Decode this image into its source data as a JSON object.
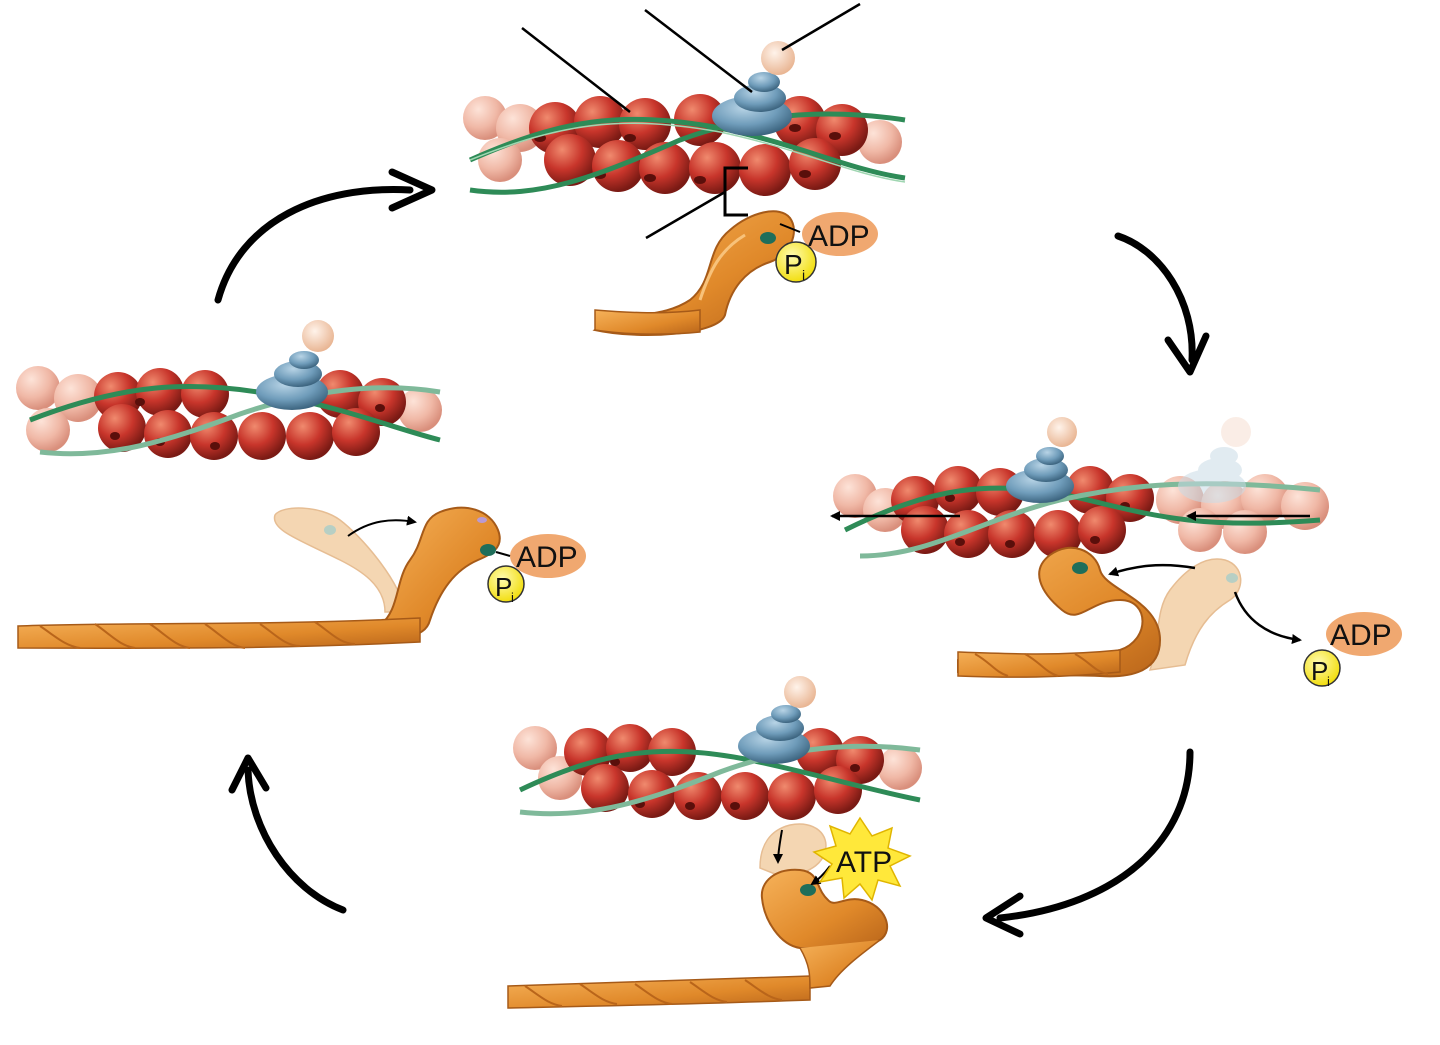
{
  "labels": {
    "adp": "ADP",
    "pi": "P",
    "pi_sub": "i",
    "atp": "ATP"
  },
  "colors": {
    "actin_bead": "#c8352b",
    "actin_bead_faded": "#f0b8a6",
    "tropomyosin": "#2e8b57",
    "troponin": "#6f9cba",
    "troponin_cap": "#f3cdb3",
    "myosin": "#e0892a",
    "myosin_faded": "#f4d6b2",
    "myosin_site": "#1f6e5a",
    "adp_bubble": "#f0a870",
    "phosphate": "#f5e71c",
    "atp_burst": "#ffe83a",
    "arrow": "#000000"
  },
  "icons": {
    "cycle_arrow": "curved-arrow-icon",
    "phosphate": "phosphate-circle-icon",
    "atp_burst": "starburst-icon"
  }
}
